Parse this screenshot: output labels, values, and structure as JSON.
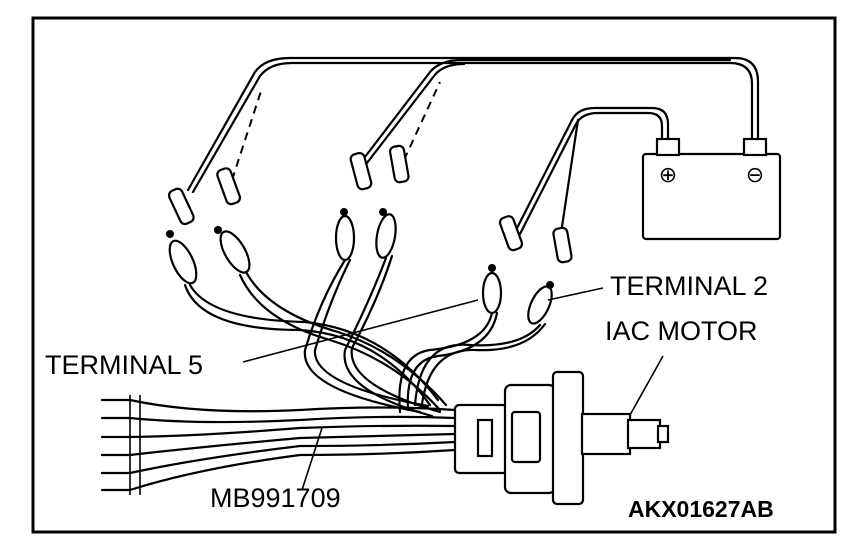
{
  "labels": {
    "terminal_2": "TERMINAL 2",
    "iac_motor": "IAC MOTOR",
    "terminal_5": "TERMINAL 5",
    "tool_number": "MB991709",
    "figure_code": "AKX01627AB"
  },
  "battery": {
    "positive_symbol": "⊕",
    "negative_symbol": "⊖"
  }
}
